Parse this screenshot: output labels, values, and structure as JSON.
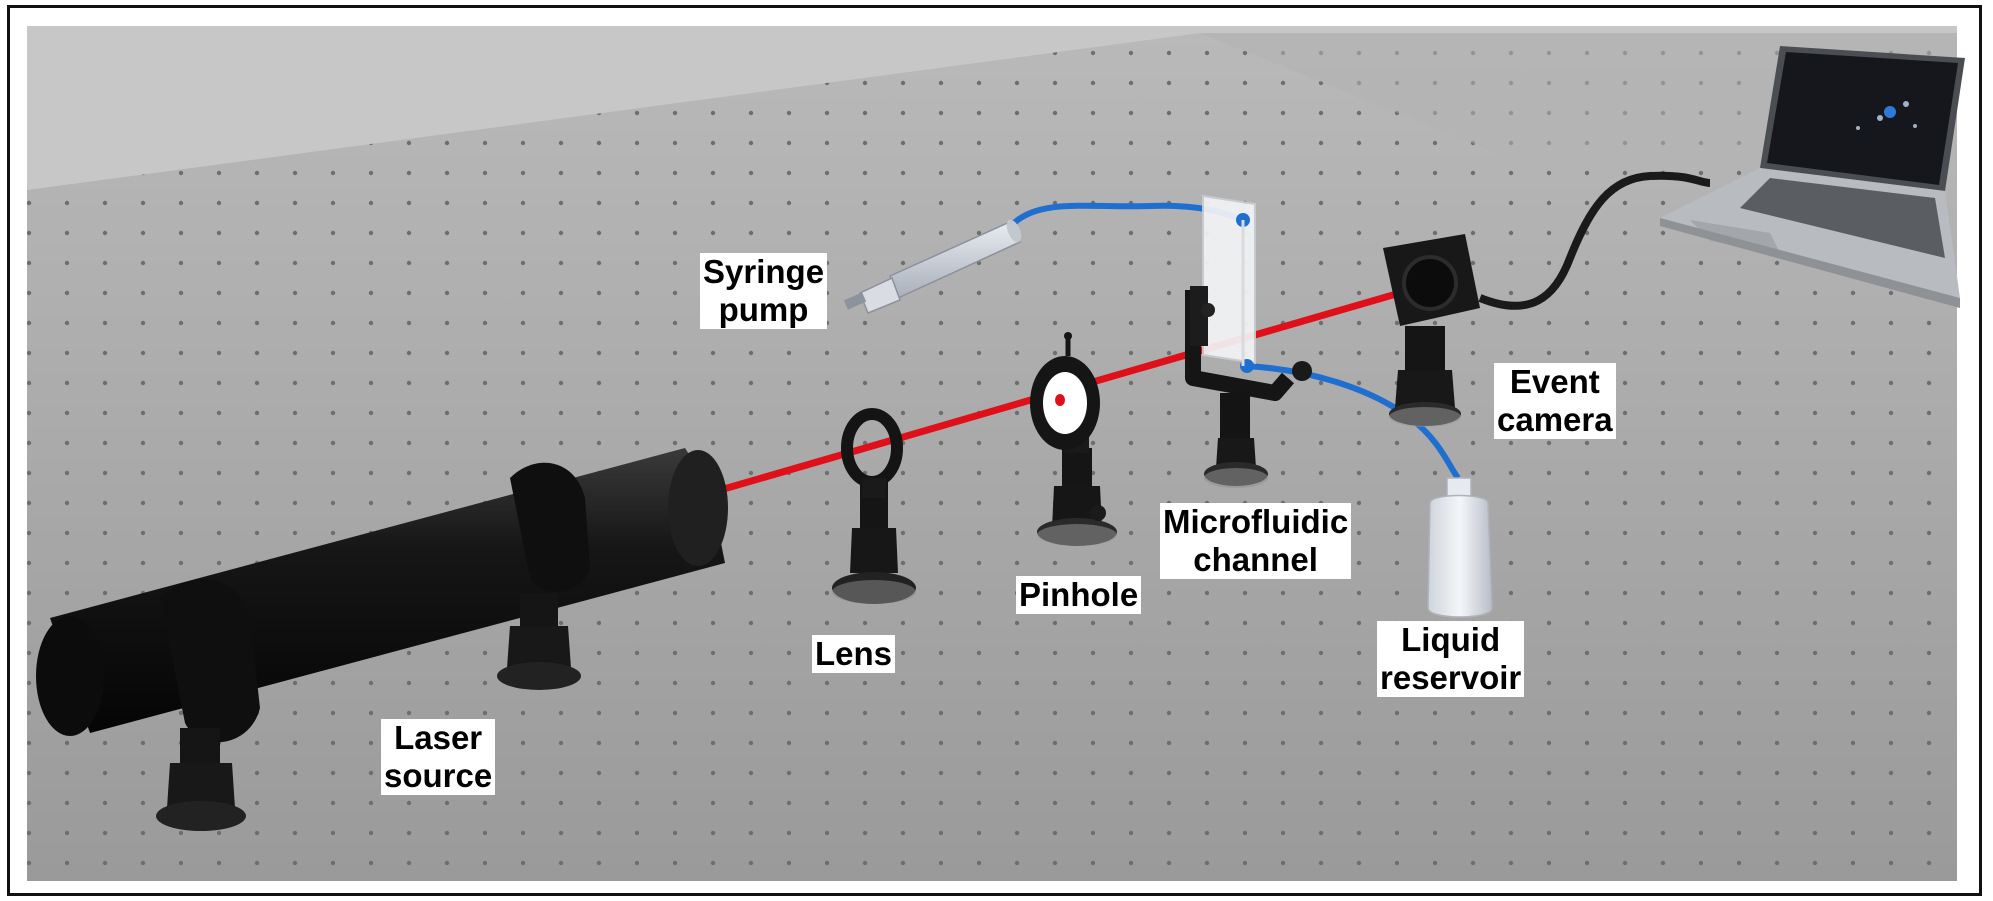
{
  "labels": {
    "syringe_pump": [
      "Syringe",
      "pump"
    ],
    "event_camera": [
      "Event",
      "camera"
    ],
    "microfluidic_channel": [
      "Microfluidic",
      "channel"
    ],
    "pinhole": [
      "Pinhole"
    ],
    "lens": [
      "Lens"
    ],
    "liquid_reservoir": [
      "Liquid",
      "reservoir"
    ],
    "laser_source": [
      "Laser",
      "source"
    ]
  },
  "colors": {
    "wall": "#c7c7c7",
    "table": "#a4a4a4",
    "laser_beam": "#e0101a",
    "tubing": "#1f6fd0",
    "hardware": "#151515"
  }
}
